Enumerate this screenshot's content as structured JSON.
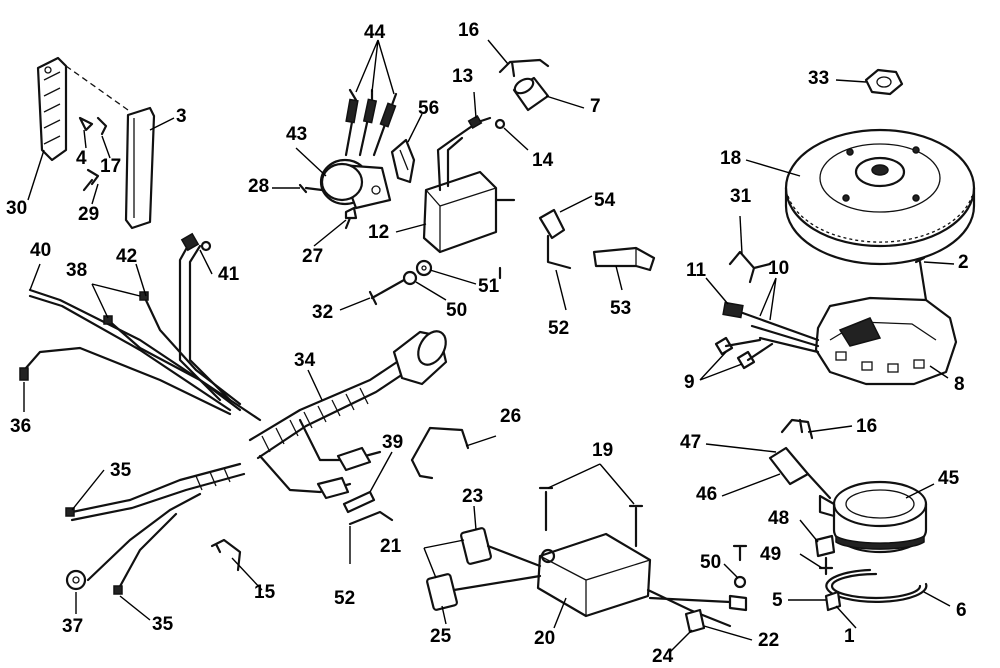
{
  "callouts": [
    {
      "id": "c1",
      "text": "1"
    },
    {
      "id": "c2",
      "text": "2"
    },
    {
      "id": "c3",
      "text": "3"
    },
    {
      "id": "c4",
      "text": "4"
    },
    {
      "id": "c5",
      "text": "5"
    },
    {
      "id": "c6",
      "text": "6"
    },
    {
      "id": "c7",
      "text": "7"
    },
    {
      "id": "c8",
      "text": "8"
    },
    {
      "id": "c9",
      "text": "9"
    },
    {
      "id": "c10",
      "text": "10"
    },
    {
      "id": "c11",
      "text": "11"
    },
    {
      "id": "c12",
      "text": "12"
    },
    {
      "id": "c13",
      "text": "13"
    },
    {
      "id": "c14",
      "text": "14"
    },
    {
      "id": "c15",
      "text": "15"
    },
    {
      "id": "c16a",
      "text": "16"
    },
    {
      "id": "c16b",
      "text": "16"
    },
    {
      "id": "c17",
      "text": "17"
    },
    {
      "id": "c18",
      "text": "18"
    },
    {
      "id": "c19",
      "text": "19"
    },
    {
      "id": "c20",
      "text": "20"
    },
    {
      "id": "c21",
      "text": "21"
    },
    {
      "id": "c22",
      "text": "22"
    },
    {
      "id": "c23",
      "text": "23"
    },
    {
      "id": "c24",
      "text": "24"
    },
    {
      "id": "c25",
      "text": "25"
    },
    {
      "id": "c26",
      "text": "26"
    },
    {
      "id": "c27",
      "text": "27"
    },
    {
      "id": "c28",
      "text": "28"
    },
    {
      "id": "c29",
      "text": "29"
    },
    {
      "id": "c30",
      "text": "30"
    },
    {
      "id": "c31",
      "text": "31"
    },
    {
      "id": "c32",
      "text": "32"
    },
    {
      "id": "c33",
      "text": "33"
    },
    {
      "id": "c34",
      "text": "34"
    },
    {
      "id": "c35a",
      "text": "35"
    },
    {
      "id": "c35b",
      "text": "35"
    },
    {
      "id": "c36",
      "text": "36"
    },
    {
      "id": "c37",
      "text": "37"
    },
    {
      "id": "c38",
      "text": "38"
    },
    {
      "id": "c39",
      "text": "39"
    },
    {
      "id": "c40",
      "text": "40"
    },
    {
      "id": "c41",
      "text": "41"
    },
    {
      "id": "c42",
      "text": "42"
    },
    {
      "id": "c43",
      "text": "43"
    },
    {
      "id": "c44",
      "text": "44"
    },
    {
      "id": "c45",
      "text": "45"
    },
    {
      "id": "c46",
      "text": "46"
    },
    {
      "id": "c47",
      "text": "47"
    },
    {
      "id": "c48",
      "text": "48"
    },
    {
      "id": "c49",
      "text": "49"
    },
    {
      "id": "c50a",
      "text": "50"
    },
    {
      "id": "c50b",
      "text": "50"
    },
    {
      "id": "c51",
      "text": "51"
    },
    {
      "id": "c52a",
      "text": "52"
    },
    {
      "id": "c52b",
      "text": "52"
    },
    {
      "id": "c53",
      "text": "53"
    },
    {
      "id": "c54",
      "text": "54"
    },
    {
      "id": "c56",
      "text": "56"
    }
  ]
}
